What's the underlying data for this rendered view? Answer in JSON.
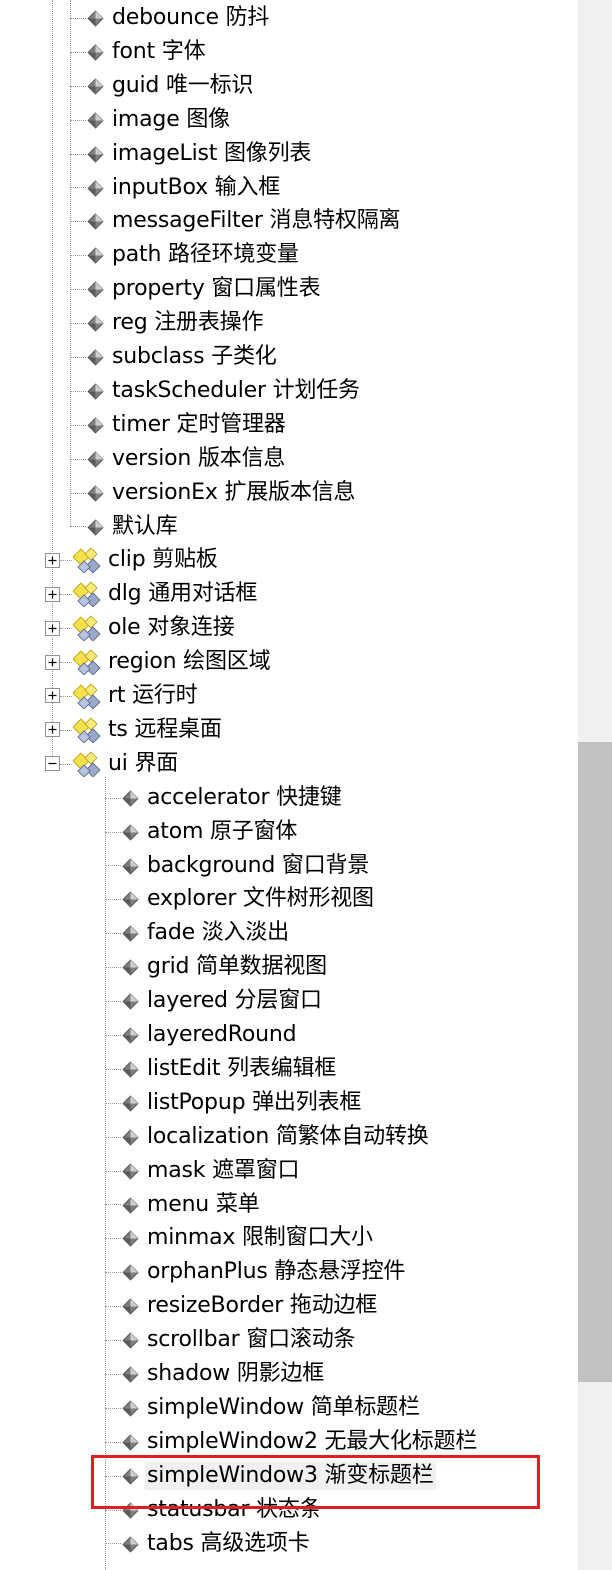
{
  "tree": {
    "nodes": [
      {
        "label": "debounce 防抖",
        "kind": "leaf",
        "depth": 1
      },
      {
        "label": "font 字体",
        "kind": "leaf",
        "depth": 1
      },
      {
        "label": "guid 唯一标识",
        "kind": "leaf",
        "depth": 1
      },
      {
        "label": "image 图像",
        "kind": "leaf",
        "depth": 1
      },
      {
        "label": "imageList 图像列表",
        "kind": "leaf",
        "depth": 1
      },
      {
        "label": "inputBox 输入框",
        "kind": "leaf",
        "depth": 1
      },
      {
        "label": "messageFilter 消息特权隔离",
        "kind": "leaf",
        "depth": 1
      },
      {
        "label": "path 路径环境变量",
        "kind": "leaf",
        "depth": 1
      },
      {
        "label": "property 窗口属性表",
        "kind": "leaf",
        "depth": 1
      },
      {
        "label": "reg 注册表操作",
        "kind": "leaf",
        "depth": 1
      },
      {
        "label": "subclass 子类化",
        "kind": "leaf",
        "depth": 1
      },
      {
        "label": "taskScheduler 计划任务",
        "kind": "leaf",
        "depth": 1
      },
      {
        "label": "timer 定时管理器",
        "kind": "leaf",
        "depth": 1
      },
      {
        "label": "version 版本信息",
        "kind": "leaf",
        "depth": 1
      },
      {
        "label": "versionEx 扩展版本信息",
        "kind": "leaf",
        "depth": 1
      },
      {
        "label": "默认库",
        "kind": "leaf",
        "depth": 1
      },
      {
        "label": "clip 剪贴板",
        "kind": "folder",
        "expanded": false,
        "depth": 0
      },
      {
        "label": "dlg 通用对话框",
        "kind": "folder",
        "expanded": false,
        "depth": 0
      },
      {
        "label": "ole 对象连接",
        "kind": "folder",
        "expanded": false,
        "depth": 0
      },
      {
        "label": "region 绘图区域",
        "kind": "folder",
        "expanded": false,
        "depth": 0
      },
      {
        "label": "rt 运行时",
        "kind": "folder",
        "expanded": false,
        "depth": 0
      },
      {
        "label": "ts 远程桌面",
        "kind": "folder",
        "expanded": false,
        "depth": 0
      },
      {
        "label": "ui 界面",
        "kind": "folder",
        "expanded": true,
        "depth": 0
      },
      {
        "label": "accelerator 快捷键",
        "kind": "leaf",
        "depth": 2
      },
      {
        "label": "atom 原子窗体",
        "kind": "leaf",
        "depth": 2
      },
      {
        "label": "background 窗口背景",
        "kind": "leaf",
        "depth": 2
      },
      {
        "label": "explorer 文件树形视图",
        "kind": "leaf",
        "depth": 2
      },
      {
        "label": "fade 淡入淡出",
        "kind": "leaf",
        "depth": 2
      },
      {
        "label": "grid 简单数据视图",
        "kind": "leaf",
        "depth": 2
      },
      {
        "label": "layered 分层窗口",
        "kind": "leaf",
        "depth": 2
      },
      {
        "label": "layeredRound",
        "kind": "leaf",
        "depth": 2
      },
      {
        "label": "listEdit 列表编辑框",
        "kind": "leaf",
        "depth": 2
      },
      {
        "label": "listPopup 弹出列表框",
        "kind": "leaf",
        "depth": 2
      },
      {
        "label": "localization 简繁体自动转换",
        "kind": "leaf",
        "depth": 2
      },
      {
        "label": "mask 遮罩窗口",
        "kind": "leaf",
        "depth": 2
      },
      {
        "label": "menu 菜单",
        "kind": "leaf",
        "depth": 2
      },
      {
        "label": "minmax 限制窗口大小",
        "kind": "leaf",
        "depth": 2
      },
      {
        "label": "orphanPlus 静态悬浮控件",
        "kind": "leaf",
        "depth": 2
      },
      {
        "label": "resizeBorder 拖动边框",
        "kind": "leaf",
        "depth": 2
      },
      {
        "label": "scrollbar 窗口滚动条",
        "kind": "leaf",
        "depth": 2
      },
      {
        "label": "shadow 阴影边框",
        "kind": "leaf",
        "depth": 2
      },
      {
        "label": "simpleWindow 简单标题栏",
        "kind": "leaf",
        "depth": 2
      },
      {
        "label": "simpleWindow2 无最大化标题栏",
        "kind": "leaf",
        "depth": 2
      },
      {
        "label": "simpleWindow3 渐变标题栏",
        "kind": "leaf",
        "depth": 2,
        "selected": true
      },
      {
        "label": "statusbar 状态条",
        "kind": "leaf",
        "depth": 2
      },
      {
        "label": "tabs 高级选项卡",
        "kind": "leaf",
        "depth": 2
      }
    ]
  },
  "icons": {
    "leaf": "library-item-icon",
    "folder": "namespace-folder-icon",
    "expand": "expand-plus-icon",
    "collapse": "collapse-minus-icon"
  },
  "colors": {
    "highlight_border": "#e02020",
    "scroll_track": "#f0f0f0",
    "scroll_thumb": "#c1c1c1",
    "selection_bg": "#f0f0f0"
  }
}
